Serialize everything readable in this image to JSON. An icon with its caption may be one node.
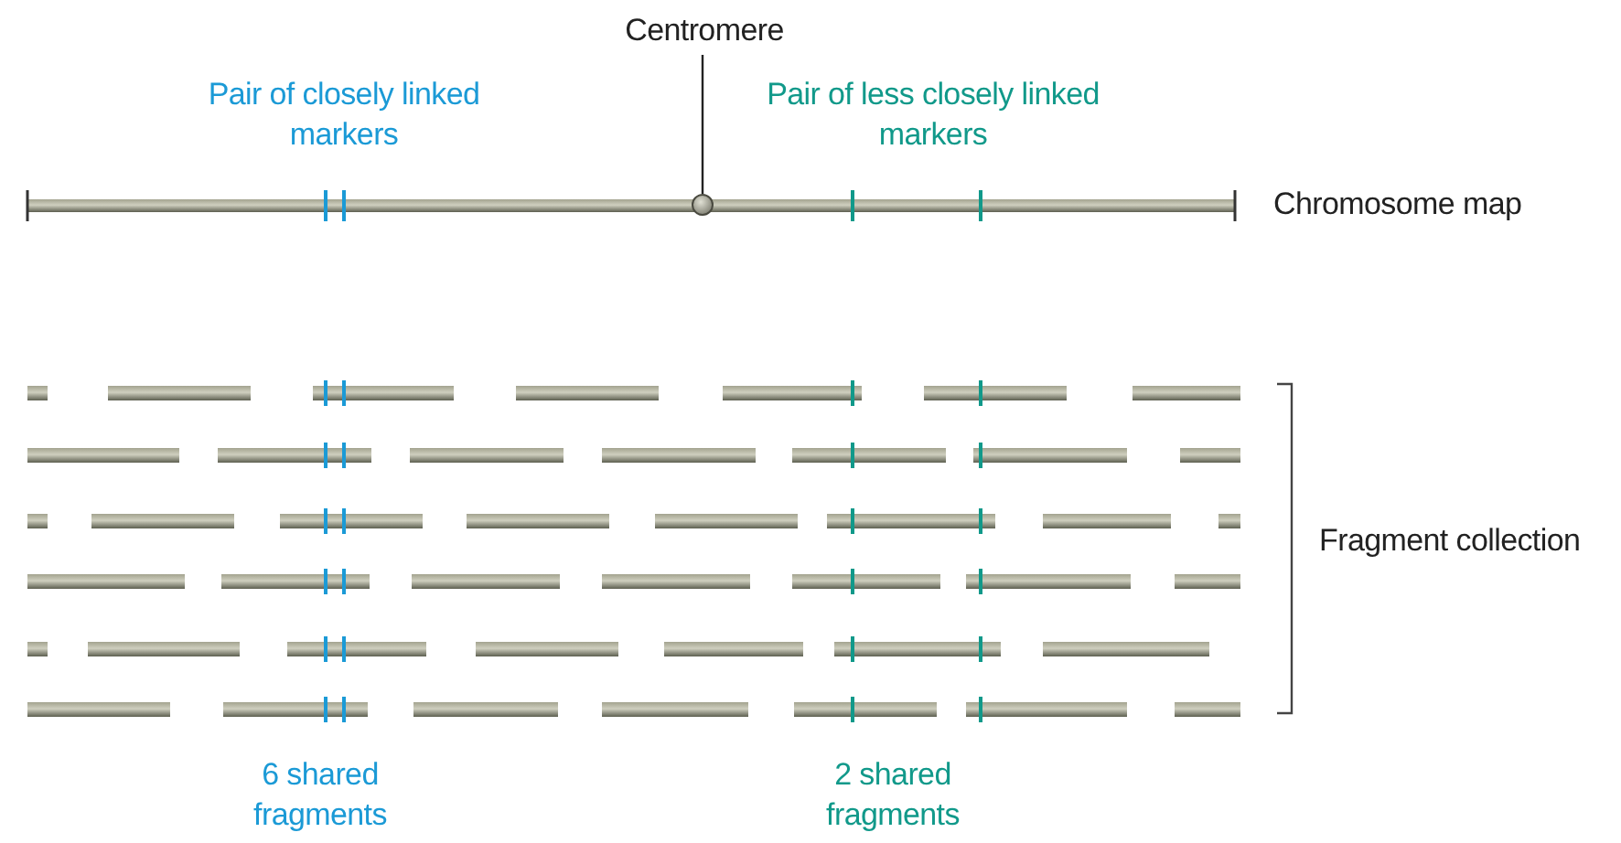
{
  "diagram": {
    "nodes": [
      {
        "text": [
          "Centromere"
        ]
      },
      {
        "text": [],
        "shape": "circle"
      }
    ],
    "edges": [
      {
        "from": 0,
        "to": 1,
        "arrow": "none"
      }
    ],
    "labels": [
      "Pair of closely linked markers",
      "Pair of less closely linked markers",
      "Chromosome map",
      "Fragment collection",
      "6 shared fragments",
      "2 shared fragments"
    ]
  }
}
